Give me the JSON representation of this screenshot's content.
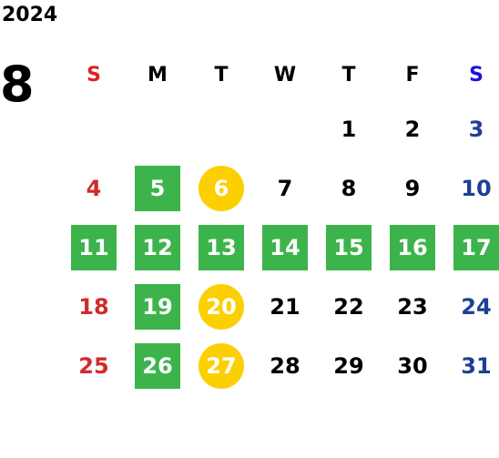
{
  "year": "2024",
  "month": "8",
  "weekdays": [
    {
      "label": "S",
      "color": "#e02020"
    },
    {
      "label": "M",
      "color": "#000000"
    },
    {
      "label": "T",
      "color": "#000000"
    },
    {
      "label": "W",
      "color": "#000000"
    },
    {
      "label": "T",
      "color": "#000000"
    },
    {
      "label": "F",
      "color": "#000000"
    },
    {
      "label": "S",
      "color": "#1a14e0"
    }
  ],
  "first_weekday_index": 4,
  "colors": {
    "sunday_date": "#d22a2a",
    "saturday_date": "#1f3f96",
    "weekday_date": "#000000",
    "green_mark": "#3cb44b",
    "yellow_mark": "#fccf00"
  },
  "days": [
    {
      "num": "1",
      "mark": "none"
    },
    {
      "num": "2",
      "mark": "none"
    },
    {
      "num": "3",
      "mark": "none"
    },
    {
      "num": "4",
      "mark": "none"
    },
    {
      "num": "5",
      "mark": "green"
    },
    {
      "num": "6",
      "mark": "yellow"
    },
    {
      "num": "7",
      "mark": "none"
    },
    {
      "num": "8",
      "mark": "none"
    },
    {
      "num": "9",
      "mark": "none"
    },
    {
      "num": "10",
      "mark": "none"
    },
    {
      "num": "11",
      "mark": "green"
    },
    {
      "num": "12",
      "mark": "green"
    },
    {
      "num": "13",
      "mark": "green"
    },
    {
      "num": "14",
      "mark": "green"
    },
    {
      "num": "15",
      "mark": "green"
    },
    {
      "num": "16",
      "mark": "green"
    },
    {
      "num": "17",
      "mark": "green"
    },
    {
      "num": "18",
      "mark": "none"
    },
    {
      "num": "19",
      "mark": "green"
    },
    {
      "num": "20",
      "mark": "yellow"
    },
    {
      "num": "21",
      "mark": "none"
    },
    {
      "num": "22",
      "mark": "none"
    },
    {
      "num": "23",
      "mark": "none"
    },
    {
      "num": "24",
      "mark": "none"
    },
    {
      "num": "25",
      "mark": "none"
    },
    {
      "num": "26",
      "mark": "green"
    },
    {
      "num": "27",
      "mark": "yellow"
    },
    {
      "num": "28",
      "mark": "none"
    },
    {
      "num": "29",
      "mark": "none"
    },
    {
      "num": "30",
      "mark": "none"
    },
    {
      "num": "31",
      "mark": "none"
    }
  ]
}
